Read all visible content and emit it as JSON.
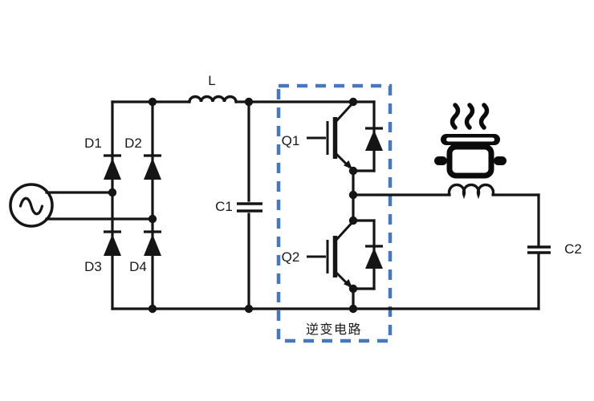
{
  "schematic": {
    "colors": {
      "wire": "#151515",
      "label": "#17181c",
      "inverter_box": "#4678bf",
      "icon": "#0b0b0b"
    },
    "labels": {
      "d1": "D1",
      "d2": "D2",
      "d3": "D3",
      "d4": "D4",
      "filter_inductor": "L",
      "bus_capacitor": "C1",
      "igbt_top": "Q1",
      "igbt_bottom": "Q2",
      "resonant_capacitor": "C2",
      "inverter_box": "逆变电路"
    },
    "icons": {
      "ac_source": "ac-sine-source-icon",
      "pot": "cooking-pot-steam-icon"
    }
  }
}
